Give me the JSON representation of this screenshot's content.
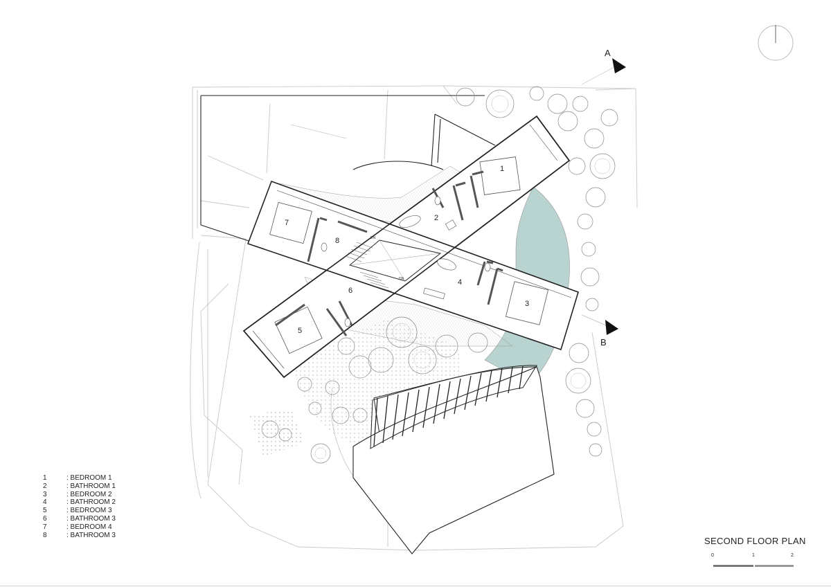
{
  "plan_title": "SECOND FLOOR PLAN",
  "section_markers": [
    "A",
    "B"
  ],
  "rooms": [
    {
      "number": "1",
      "label": ": BEDROOM 1"
    },
    {
      "number": "2",
      "label": ": BATHROOM 1"
    },
    {
      "number": "3",
      "label": ": BEDROOM 2"
    },
    {
      "number": "4",
      "label": ": BATHROOM 2"
    },
    {
      "number": "5",
      "label": ": BEDROOM 3"
    },
    {
      "number": "6",
      "label": ": BATHROOM 3"
    },
    {
      "number": "7",
      "label": ": BEDROOM 4"
    },
    {
      "number": "8",
      "label": ": BATHROOM 3"
    }
  ],
  "stair_labels": [
    "DN",
    "DN"
  ],
  "scale": {
    "ticks": [
      "0",
      "1",
      "2"
    ]
  },
  "icons": {
    "north": "north-arrow-icon",
    "section": "section-arrow-icon",
    "tree": "tree-icon"
  },
  "colors": {
    "pool": "#b9d3d1",
    "line": "#222222",
    "faint": "#c8c8c8"
  }
}
